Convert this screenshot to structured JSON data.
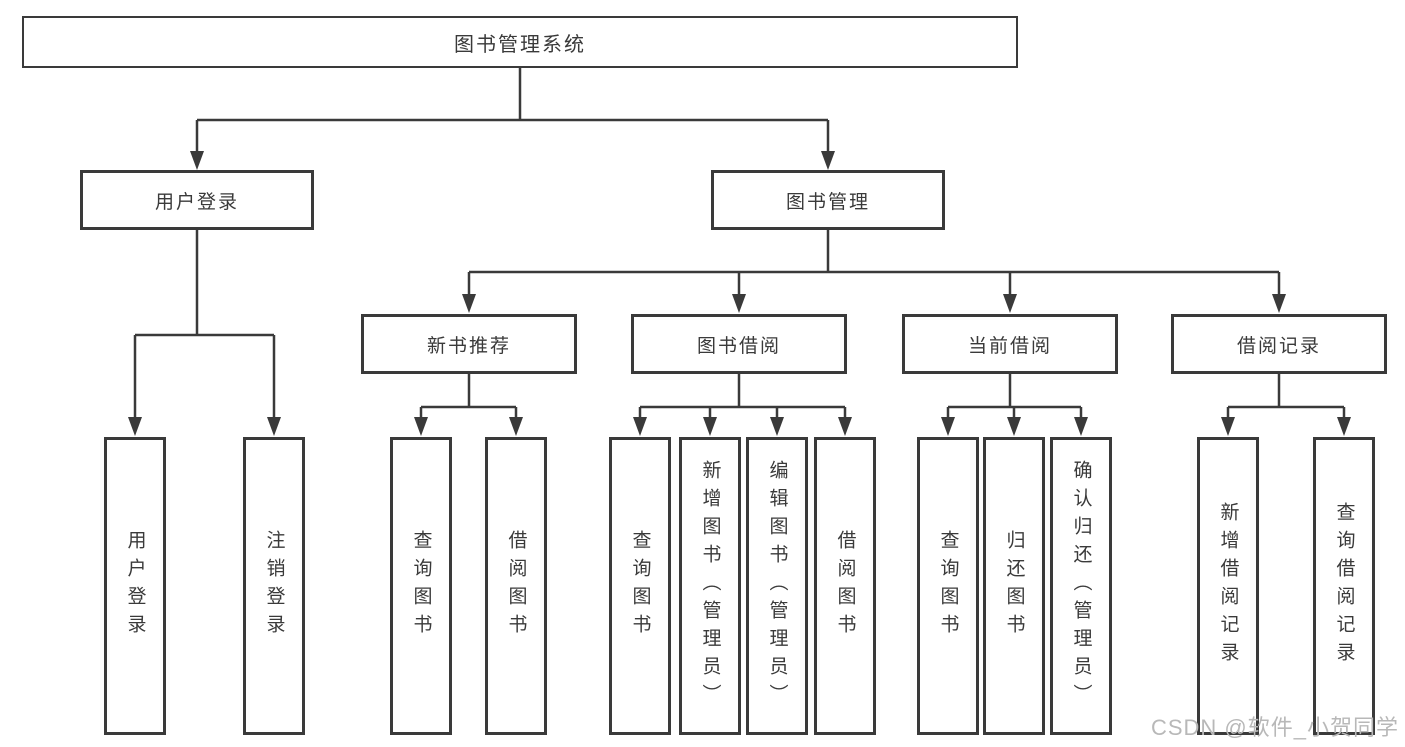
{
  "diagram": {
    "title": "图书管理系统",
    "root": {
      "label": "图书管理系统"
    },
    "level2": [
      {
        "label": "用户登录"
      },
      {
        "label": "图书管理"
      }
    ],
    "level3": [
      {
        "label": "新书推荐"
      },
      {
        "label": "图书借阅"
      },
      {
        "label": "当前借阅"
      },
      {
        "label": "借阅记录"
      }
    ],
    "leaves": [
      {
        "label": "用户登录",
        "parent": "用户登录"
      },
      {
        "label": "注销登录",
        "parent": "用户登录"
      },
      {
        "label": "查询图书",
        "parent": "新书推荐"
      },
      {
        "label": "借阅图书",
        "parent": "新书推荐"
      },
      {
        "label": "查询图书",
        "parent": "图书借阅"
      },
      {
        "label": "新增图书（管理员）",
        "parent": "图书借阅"
      },
      {
        "label": "编辑图书（管理员）",
        "parent": "图书借阅"
      },
      {
        "label": "借阅图书",
        "parent": "图书借阅"
      },
      {
        "label": "查询图书",
        "parent": "当前借阅"
      },
      {
        "label": "归还图书",
        "parent": "当前借阅"
      },
      {
        "label": "确认归还（管理员）",
        "parent": "当前借阅"
      },
      {
        "label": "新增借阅记录",
        "parent": "借阅记录"
      },
      {
        "label": "查询借阅记录",
        "parent": "借阅记录"
      }
    ],
    "line_color": "#3a3a3a",
    "box_fill": "#ffffff"
  },
  "watermark": "CSDN @软件_小贺同学"
}
